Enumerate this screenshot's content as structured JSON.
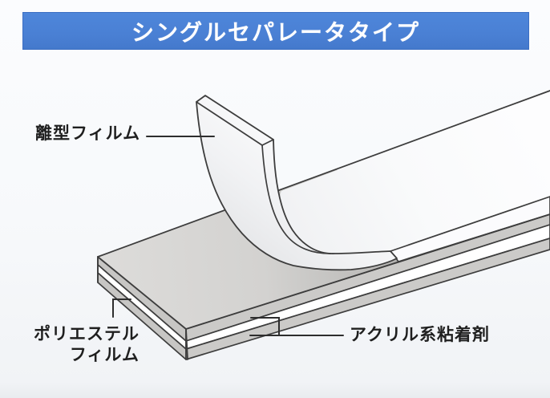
{
  "header": {
    "title": "シングルセパレータタイプ"
  },
  "diagram": {
    "labels": {
      "release_film": "離型フィルム",
      "polyester_film": [
        "ポリエステル",
        "フィルム"
      ],
      "acrylic_adhesive": "アクリル系粘着剤"
    },
    "layer_order_top_to_bottom": [
      "離型フィルム",
      "アクリル系粘着剤",
      "ポリエステルフィルム",
      "アクリル系粘着剤"
    ],
    "colors": {
      "banner_bg": "#4a80d4",
      "banner_border": "#3c6ec2",
      "banner_text": "#ffffff",
      "outline": "#3d3d3d",
      "adhesive_gray": "#c7c6c4",
      "exposed_adhesive_surface": "#d6d5d3",
      "film_white": "#fbfbfd",
      "label_text": "#1f1f1f",
      "background": "#f8f9fb"
    }
  }
}
